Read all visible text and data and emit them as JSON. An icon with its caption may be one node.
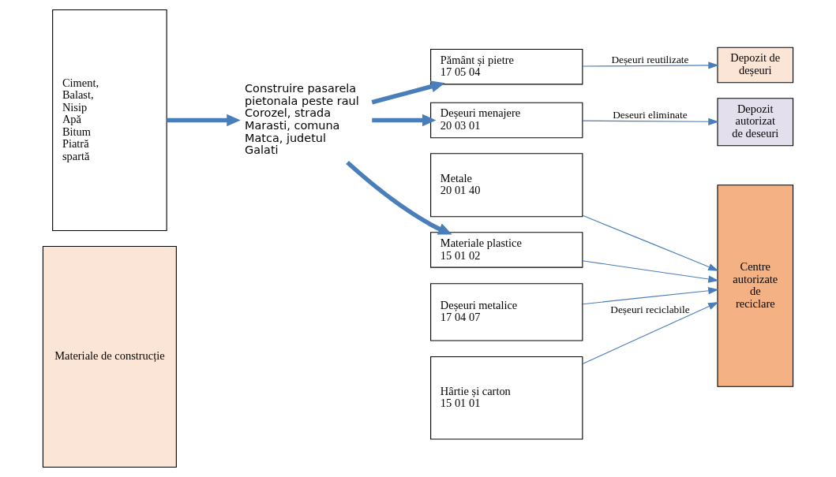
{
  "diagram": {
    "nodes": [
      {
        "text": [
          "Materiale de construcție"
        ]
      },
      {
        "text": [
          "Ciment, Balast, Nisip Apă Bitum Piatră spartă"
        ]
      },
      {
        "text": [
          "Construire pasarela pietonala peste raul Corozel, strada Marasti, comuna Matca, judetul Galati"
        ]
      },
      {
        "text": [
          "Pământ și pietre",
          "17 05 04"
        ]
      },
      {
        "text": [
          "Hârtie și carton",
          "15 01 01"
        ]
      },
      {
        "text": [
          "Materiale plastice",
          "15 01 02"
        ]
      },
      {
        "text": [
          "Metale",
          "20 01 40"
        ]
      },
      {
        "text": [
          "Deșeuri metalice",
          "17 04 07"
        ]
      },
      {
        "text": [
          "Deșeuri menajere",
          "20 03 01"
        ]
      },
      {
        "text": [
          "Depozit de deșeuri"
        ]
      },
      {
        "text": [
          "Centre autorizate de reciclare"
        ]
      },
      {
        "text": [
          "Depozit autorizat de deseuri"
        ]
      }
    ],
    "edges": [
      {
        "from": 1,
        "to": 2,
        "arrow": "to",
        "style": "thick"
      },
      {
        "from": 2,
        "to": 3,
        "arrow": "to",
        "style": "thick"
      },
      {
        "from": 2,
        "to": 5,
        "arrow": "to",
        "style": "thick"
      },
      {
        "from": 2,
        "to": 8,
        "arrow": "to",
        "style": "thick"
      },
      {
        "from": 3,
        "to": 9,
        "arrow": "to",
        "label": "Deșeuri reutilizate"
      },
      {
        "from": 4,
        "to": 10,
        "arrow": "to",
        "label": "Deșeuri reciclabile"
      },
      {
        "from": 5,
        "to": 10,
        "arrow": "to"
      },
      {
        "from": 6,
        "to": 10,
        "arrow": "to"
      },
      {
        "from": 7,
        "to": 10,
        "arrow": "to"
      },
      {
        "from": 8,
        "to": 11,
        "arrow": "to",
        "label": "Deseuri eliminate"
      }
    ]
  }
}
